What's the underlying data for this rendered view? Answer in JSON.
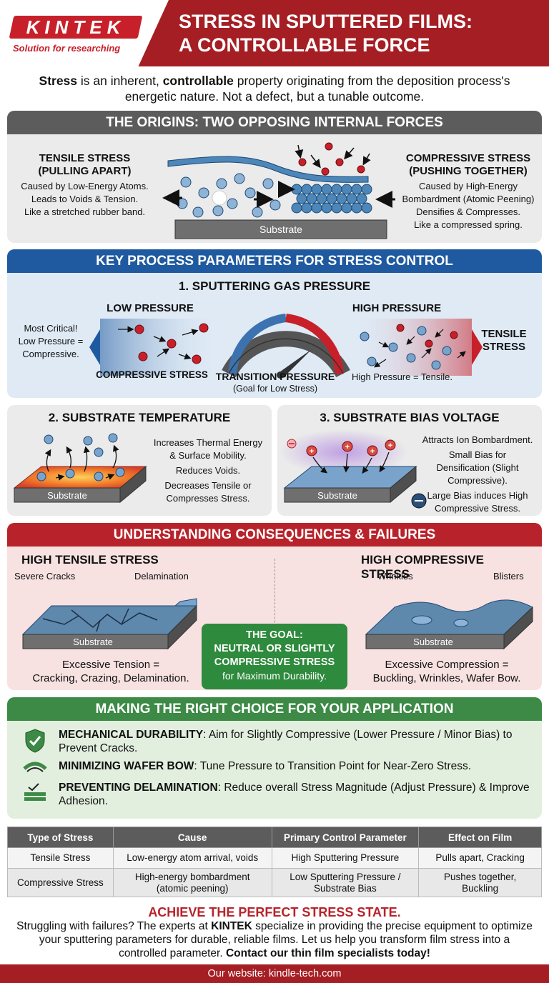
{
  "brand": {
    "name": "KINTEK",
    "tagline": "Solution for researching"
  },
  "title": {
    "line1": "STRESS IN SPUTTERED FILMS:",
    "line2": "A CONTROLLABLE FORCE"
  },
  "intro": {
    "w1": "Stress",
    "t1": " is an inherent, ",
    "w2": "controllable",
    "t2": " property originating from the deposition process's energetic nature. Not a defect, but a tunable outcome."
  },
  "origins": {
    "header": "THE ORIGINS: TWO OPPOSING INTERNAL FORCES",
    "tensile": {
      "title1": "TENSILE STRESS",
      "title2": "(PULLING APART)",
      "l1": "Caused by Low-Energy Atoms.",
      "l2": "Leads to Voids & Tension.",
      "l3": "Like a stretched rubber band."
    },
    "compressive": {
      "title1": "COMPRESSIVE STRESS",
      "title2": "(PUSHING TOGETHER)",
      "l1": "Caused by High-Energy",
      "l2": "Bombardment (Atomic Peening)",
      "l3": "Densifies & Compresses.",
      "l4": "Like a compressed spring."
    },
    "substrate": "Substrate"
  },
  "params": {
    "header": "KEY PROCESS PARAMETERS FOR STRESS CONTROL",
    "pressure_title": "1. SPUTTERING GAS PRESSURE",
    "left_note": {
      "l1": "Most Critical!",
      "l2": "Low Pressure =",
      "l3": "Compressive."
    },
    "low": "LOW PRESSURE",
    "high": "HIGH PRESSURE",
    "compressive": "COMPRESSIVE STRESS",
    "transition": "TRANSITION PRESSURE",
    "goal": "(Goal for Low Stress)",
    "high_note": "High Pressure = Tensile.",
    "tensile": {
      "l1": "TENSILE",
      "l2": "STRESS"
    }
  },
  "temperature": {
    "title": "2. SUBSTRATE TEMPERATURE",
    "l1": "Increases Thermal Energy",
    "l2": "& Surface Mobility.",
    "l3": "Reduces Voids.",
    "l4": "Decreases Tensile or",
    "l5": "Compresses Stress.",
    "substrate": "Substrate"
  },
  "bias": {
    "title": "3. SUBSTRATE BIAS VOLTAGE",
    "l1": "Attracts Ion Bombardment.",
    "l2": "Small Bias for",
    "l3": "Densification (Slight",
    "l4": "Compressive).",
    "l5": "Large Bias induces High",
    "l6": "Compressive Stress.",
    "substrate": "Substrate"
  },
  "failures": {
    "header": "UNDERSTANDING CONSEQUENCES & FAILURES",
    "tensile": {
      "title": "HIGH TENSILE STRESS",
      "cracks": "Severe Cracks",
      "delam": "Delamination",
      "substrate": "Substrate",
      "l1": "Excessive Tension =",
      "l2": "Cracking, Crazing, Delamination."
    },
    "compressive": {
      "title": "HIGH COMPRESSIVE STRESS",
      "wrinkles": "Wrinkles",
      "blisters": "Blisters",
      "substrate": "Substrate",
      "l1": "Excessive Compression =",
      "l2": "Buckling, Wrinkles, Wafer Bow."
    },
    "goal": {
      "l1": "THE GOAL:",
      "l2": "NEUTRAL OR SLIGHTLY",
      "l3": "COMPRESSIVE STRESS",
      "l4": "for Maximum Durability."
    }
  },
  "choice": {
    "header": "MAKING THE RIGHT CHOICE FOR YOUR APPLICATION",
    "items": [
      {
        "icon": "shield-check-icon",
        "bold": "MECHANICAL DURABILITY",
        "text": ": Aim for Slightly Compressive (Lower Pressure / Minor Bias) to Prevent Cracks."
      },
      {
        "icon": "wafer-bow-icon",
        "bold": "MINIMIZING WAFER BOW",
        "text": ": Tune Pressure to Transition Point for Near-Zero Stress."
      },
      {
        "icon": "layers-icon",
        "bold": "PREVENTING DELAMINATION",
        "text": ": Reduce overall Stress Magnitude (Adjust Pressure) & Improve Adhesion."
      }
    ]
  },
  "table": {
    "headers": [
      "Type of Stress",
      "Cause",
      "Primary Control Parameter",
      "Effect on Film"
    ],
    "rows": [
      {
        "c0": "Tensile Stress",
        "c1a": "Low-energy atom arrival, voids",
        "c1b": "",
        "c2a": "High Sputtering Pressure",
        "c2b": "",
        "c3a": "Pulls apart, Cracking",
        "c3b": ""
      },
      {
        "c0": "Compressive Stress",
        "c1a": "High-energy bombardment",
        "c1b": "(atomic peening)",
        "c2a": "Low Sputtering Pressure /",
        "c2b": "Substrate Bias",
        "c3a": "Pushes together,",
        "c3b": "Buckling"
      }
    ]
  },
  "cta": {
    "title": "ACHIEVE THE PERFECT STRESS STATE.",
    "t1": "Struggling with failures? The experts at ",
    "b1": "KINTEK",
    "t2": " specialize in providing the precise equipment to optimize your sputtering parameters for durable, reliable films. Let us help you transform film stress into a controlled parameter. ",
    "b2": "Contact our thin film specialists today!"
  },
  "footer": "Our website: kindle-tech.com",
  "colors": {
    "brand_red": "#a51e24",
    "blue": "#1f5aa0",
    "green": "#3c8a45",
    "gray": "#5c5c5c"
  }
}
